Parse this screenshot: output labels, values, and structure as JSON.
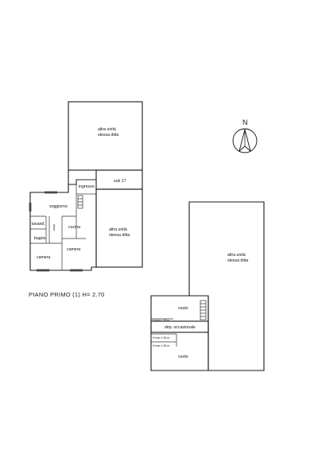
{
  "caption": "PIANO PRIMO (1) H= 2.70",
  "compass": {
    "letter": "N"
  },
  "left_block": {
    "top_room": [
      "altra unità",
      "stessa ditta"
    ],
    "sub_room": "sub 17",
    "right_room": [
      "altra unità",
      "stessa ditta"
    ],
    "ingresso": "ingresso",
    "soggiorno": "soggiorno",
    "cucina": "cucina",
    "lavand": "lavand.",
    "dism": "disim.",
    "bagno": "bagno",
    "camera_left": "camera",
    "camera_right": "camera"
  },
  "right_block": {
    "main_room": [
      "altra unità",
      "stessa ditta"
    ],
    "vuoto_top": "vuoto",
    "vuoto_bottom": "vuoto",
    "dep": "dep. occasionale",
    "h_top": "H.max 1.90 m.",
    "h_mid": "H.max 1.50 m.",
    "h_bot": "H.max 1.80 m."
  }
}
